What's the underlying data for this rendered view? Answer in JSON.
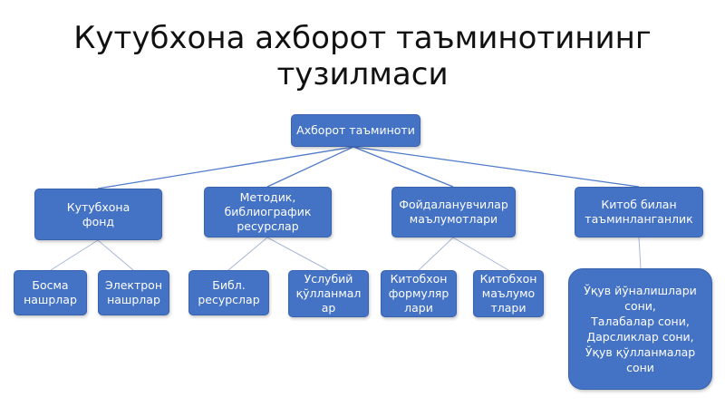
{
  "title": {
    "line1": "Кутубхона ахборот таъминотининг",
    "line2": "тузилмаси"
  },
  "root": "Ахборот таъминоти",
  "categories": [
    {
      "label": "Кутубхона\nфонд",
      "children": [
        "Босма\nнашрлар",
        "Электрон\nнашрлар"
      ]
    },
    {
      "label": "Методик,\nбиблиографик\nресурслар",
      "children": [
        "Библ.\nресурслар",
        "Услубий\nқўлланмал\nар"
      ]
    },
    {
      "label": "Фойдаланувчилар\nмаълумотлари",
      "children": [
        "Китобхон\nформуляр\nлари",
        "Китобхон\nмаълумо\nтлари"
      ]
    },
    {
      "label": "Китоб билан\nтаъминланганлик",
      "children": [
        "Ўқув йўналишлари\nсони,\nТалабалар сони,\nДарсликлар сони,\nЎқув қўлланмалар\nсони"
      ]
    }
  ],
  "colors": {
    "node_fill": "#4472c4",
    "node_text": "#ffffff",
    "connector": "#4f7bc9"
  }
}
